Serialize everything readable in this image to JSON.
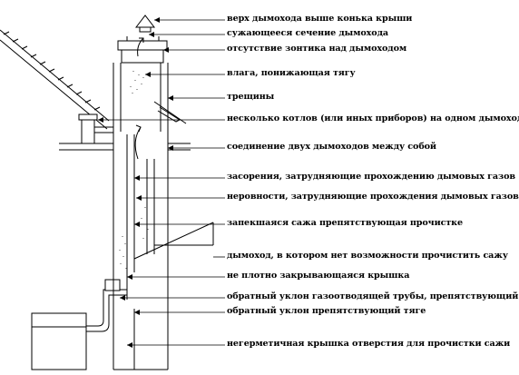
{
  "labels": [
    {
      "id": "l1",
      "text": "верх дымохода выше конька крыши"
    },
    {
      "id": "l2",
      "text": "сужающееся сечение дымохода"
    },
    {
      "id": "l3",
      "text": "отсутствие зонтика над дымоходом"
    },
    {
      "id": "l4",
      "text": "влага, понижающая тягу"
    },
    {
      "id": "l5",
      "text": "трещины"
    },
    {
      "id": "l6",
      "text": "несколько котлов (или иных приборов) на одном дымоходе"
    },
    {
      "id": "l7",
      "text": "соединение двух дымоходов между собой"
    },
    {
      "id": "l8",
      "text": "засорения, затрудняющие прохождению дымовых газов"
    },
    {
      "id": "l9",
      "text": "неровности, затрудняющие прохождения дымовых газов"
    },
    {
      "id": "l10",
      "text": "запекшаяся сажа препятствующая прочистке"
    },
    {
      "id": "l11",
      "text": "дымоход, в котором нет возможности прочистить сажу"
    },
    {
      "id": "l12",
      "text": "не плотно закрывающаяся крышка"
    },
    {
      "id": "l13",
      "text": "обратный уклон газоотводящей трубы, препятствующий тяге"
    },
    {
      "id": "l14",
      "text": "обратный уклон препятствующий тяге"
    },
    {
      "id": "l15",
      "text": "негерметичная крышка отверстия для прочистки сажи"
    }
  ]
}
